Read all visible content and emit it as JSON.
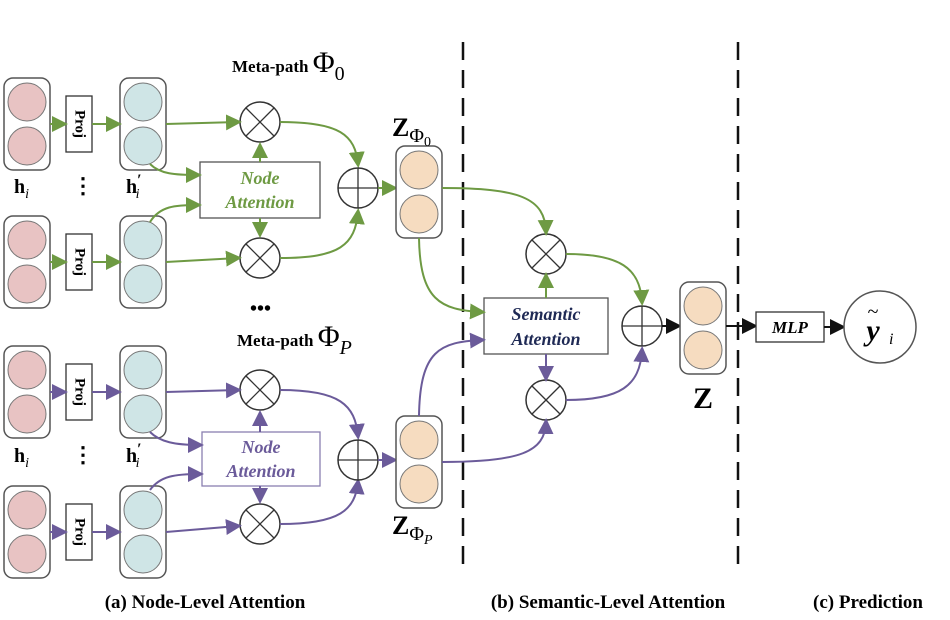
{
  "metapath_top": {
    "prefix": "Meta-path ",
    "symbol": "Φ",
    "sub": "0"
  },
  "metapath_bottom": {
    "prefix": "Meta-path ",
    "symbol": "Φ",
    "sub": "P"
  },
  "ellipsis": "•••",
  "vdots": "⋮",
  "proj_label": "Proj",
  "node_attention": {
    "line1": "Node",
    "line2": "Attention"
  },
  "semantic_attention": {
    "line1": "Semantic",
    "line2": "Attention"
  },
  "h_label": {
    "base": "h",
    "sub": "i"
  },
  "hprime_label": {
    "base": "h",
    "prime": "′",
    "sub": "i"
  },
  "z_top": {
    "base": "Z",
    "sub": "Φ",
    "subsub": "0"
  },
  "z_bottom": {
    "base": "Z",
    "sub": "Φ",
    "subsub": "P"
  },
  "z_final": "Z",
  "mlp_label": "MLP",
  "output_label": {
    "base": "y",
    "tilde": "~",
    "sub": "i"
  },
  "captions": {
    "a": "(a) Node-Level Attention",
    "b": "(b) Semantic-Level Attention",
    "c": "(c) Prediction"
  },
  "colors": {
    "green": "#6e9a43",
    "purple": "#6b5b9a",
    "navy": "#1f2a55",
    "pink_fill": "#e8c3c3",
    "cyan_fill": "#cfe5e6",
    "peach_fill": "#f6dcc0",
    "gray_stroke": "#555555"
  }
}
